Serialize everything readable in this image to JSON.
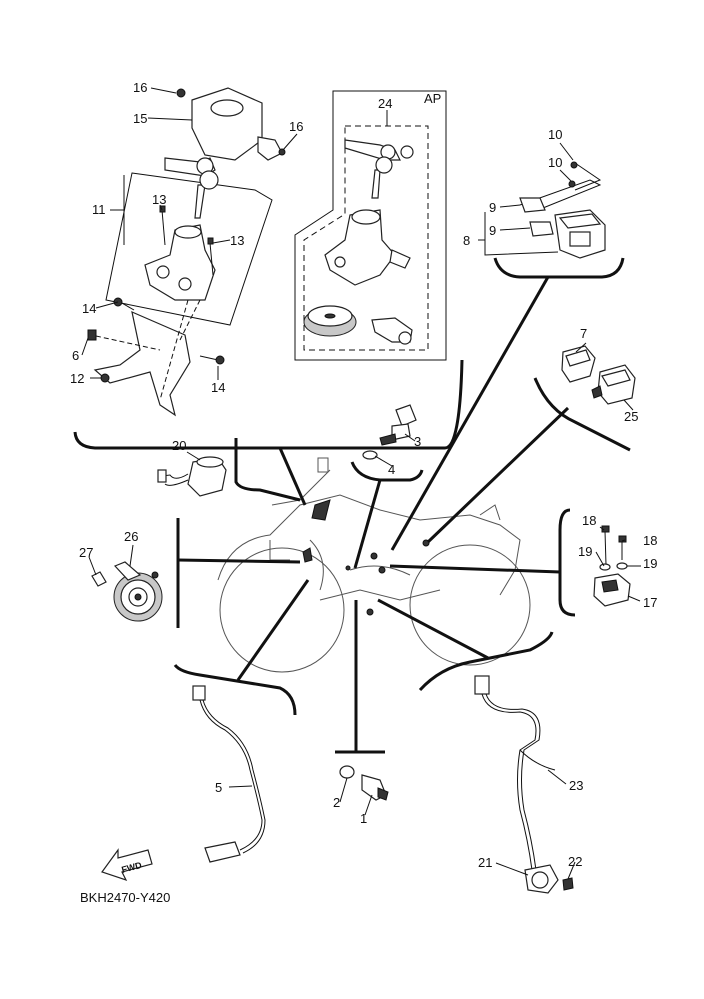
{
  "diagram": {
    "code": "BKH2470-Y420",
    "fwd_label": "FWD",
    "kit_label": "AP",
    "callouts": {
      "c1": "1",
      "c2": "2",
      "c3": "3",
      "c4": "4",
      "c5": "5",
      "c6": "6",
      "c7": "7",
      "c8": "8",
      "c9a": "9",
      "c9b": "9",
      "c10a": "10",
      "c10b": "10",
      "c11": "11",
      "c12": "12",
      "c13a": "13",
      "c13b": "13",
      "c14a": "14",
      "c14b": "14",
      "c15": "15",
      "c16a": "16",
      "c16b": "16",
      "c17": "17",
      "c18a": "18",
      "c18b": "18",
      "c19a": "19",
      "c19b": "19",
      "c20": "20",
      "c21": "21",
      "c22": "22",
      "c23": "23",
      "c24": "24",
      "c25": "25",
      "c26": "26",
      "c27": "27"
    }
  }
}
